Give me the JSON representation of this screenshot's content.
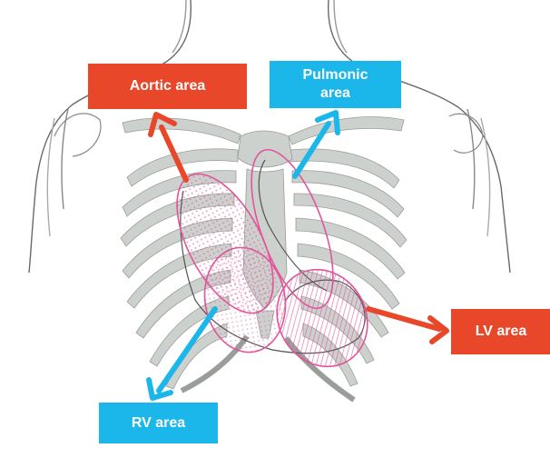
{
  "labels": {
    "aortic": "Aortic area",
    "pulmonic_line1": "Pulmonic",
    "pulmonic_line2": "area",
    "lv": "LV area",
    "rv": "RV area"
  },
  "colors": {
    "red": "#e8472a",
    "blue": "#1bb7ea",
    "pink": "#e0559a",
    "bone": "#c9cdc9",
    "outline": "#555555"
  },
  "icons": {
    "thorax": "rib-cage-illustration",
    "arrows": "arrow-icon"
  }
}
